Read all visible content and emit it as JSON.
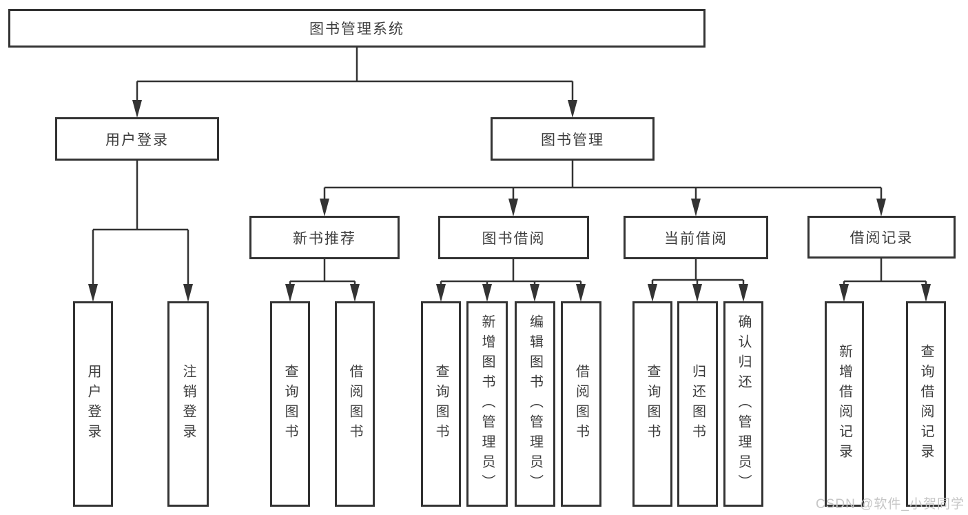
{
  "tree": {
    "root": {
      "label": "图书管理系统",
      "children": [
        {
          "label": "用户登录",
          "children": [
            {
              "label": "用户登录"
            },
            {
              "label": "注销登录"
            }
          ]
        },
        {
          "label": "图书管理",
          "children": [
            {
              "label": "新书推荐",
              "children": [
                {
                  "label": "查询图书"
                },
                {
                  "label": "借阅图书"
                }
              ]
            },
            {
              "label": "图书借阅",
              "children": [
                {
                  "label": "查询图书"
                },
                {
                  "label": "新增图书（管理员）"
                },
                {
                  "label": "编辑图书（管理员）"
                },
                {
                  "label": "借阅图书"
                }
              ]
            },
            {
              "label": "当前借阅",
              "children": [
                {
                  "label": "查询图书"
                },
                {
                  "label": "归还图书"
                },
                {
                  "label": "确认归还（管理员）"
                }
              ]
            },
            {
              "label": "借阅记录",
              "children": [
                {
                  "label": "新增借阅记录"
                },
                {
                  "label": "查询借阅记录"
                }
              ]
            }
          ]
        }
      ]
    }
  },
  "watermark": {
    "text": "CSDN @软件_小贺同学"
  },
  "colors": {
    "line": "#333333",
    "text": "#3d3d3d",
    "watermark": "#c6c6c6",
    "background": "#ffffff"
  }
}
